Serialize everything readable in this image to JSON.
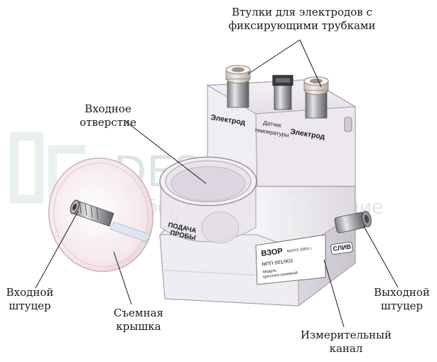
{
  "callouts": {
    "bushings": [
      "Втулки для электродов с",
      "фиксирующими трубками"
    ],
    "inlet_hole": [
      "Входное",
      "отверстие"
    ],
    "inlet_fitting": [
      "Входной",
      "штуцер"
    ],
    "removable_cover": [
      "Съемная",
      "крышка"
    ],
    "outlet_fitting": [
      "Выходной",
      "штуцер"
    ],
    "measuring_channel": [
      "Измерительный",
      "канал"
    ]
  },
  "device_labels": {
    "electrode_left": "Электрод",
    "sensor_line1": "Датчик",
    "sensor_line2": "температуры",
    "electrode_right": "Электрод",
    "sample_feed_line1": "ПОДАЧА",
    "sample_feed_line2": "ПРОБЫ",
    "drain": "СЛИВ",
    "plate_brand": "ВЗОР",
    "plate_serial": "№XXX 200X г.",
    "plate_model": "МПП-901/903",
    "plate_desc1": "Модуль",
    "plate_desc2": "проточно-напивной"
  },
  "watermark": {
    "brand": "DESSA-LAB",
    "tagline": "Лабораторное оснащение"
  },
  "colors": {
    "body_fill": "#eeecf0",
    "body_edge": "#9c97a2",
    "glass_pink": "#f2dde2",
    "watermark": "#dde8e6",
    "text": "#1a1a1a"
  }
}
